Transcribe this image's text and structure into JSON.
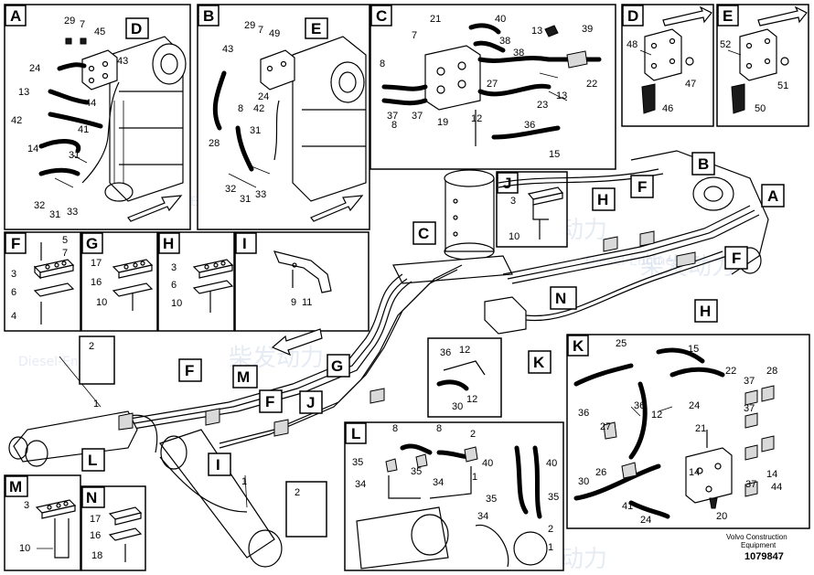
{
  "watermark": {
    "text_cn": "柴发动力",
    "text_en": "Diesel-Engine"
  },
  "footer": {
    "brand_line1": "Volvo Construction",
    "brand_line2": "Equipment",
    "drawing_number": "1079847"
  },
  "callouts": {
    "A": "A",
    "B": "B",
    "C": "C",
    "D": "D",
    "E": "E",
    "F": "F",
    "G": "G",
    "H": "H",
    "I": "I",
    "J": "J",
    "K": "K",
    "L": "L",
    "M": "M",
    "N": "N"
  },
  "panel_A": {
    "title": "A",
    "refs": [
      "29",
      "7",
      "45",
      "D",
      "43",
      "24",
      "13",
      "44",
      "42",
      "41",
      "14",
      "31",
      "32",
      "31",
      "33"
    ]
  },
  "panel_B": {
    "title": "B",
    "refs": [
      "29",
      "7",
      "49",
      "E",
      "43",
      "24",
      "42",
      "8",
      "28",
      "31",
      "32",
      "31",
      "33"
    ]
  },
  "panel_C": {
    "title": "C",
    "refs": [
      "21",
      "40",
      "7",
      "38",
      "39",
      "13",
      "8",
      "38",
      "37",
      "27",
      "22",
      "23",
      "8",
      "37",
      "19",
      "13",
      "12",
      "36",
      "15"
    ]
  },
  "panel_D": {
    "title": "D",
    "refs": [
      "48",
      "47",
      "46"
    ]
  },
  "panel_E": {
    "title": "E",
    "refs": [
      "52",
      "51",
      "50"
    ]
  },
  "panel_F": {
    "title": "F",
    "refs": [
      "5",
      "7",
      "3",
      "6",
      "4"
    ]
  },
  "panel_G": {
    "title": "G",
    "refs": [
      "17",
      "16",
      "10"
    ]
  },
  "panel_H": {
    "title": "H",
    "refs": [
      "3",
      "6",
      "10"
    ]
  },
  "panel_I": {
    "title": "I",
    "refs": [
      "9",
      "11"
    ]
  },
  "panel_J": {
    "title": "J",
    "refs": [
      "3",
      "10"
    ]
  },
  "panel_K": {
    "title": "K",
    "refs": [
      "25",
      "15",
      "22",
      "37",
      "28",
      "36",
      "24",
      "12",
      "21",
      "37",
      "27",
      "26",
      "30",
      "41",
      "24",
      "20",
      "14",
      "37",
      "44",
      "14",
      "36"
    ]
  },
  "panel_L": {
    "title": "L",
    "refs": [
      "8",
      "8",
      "2",
      "35",
      "35",
      "34",
      "34",
      "1",
      "40",
      "40",
      "35",
      "35",
      "34",
      "2",
      "1"
    ]
  },
  "panel_M": {
    "title": "M",
    "refs": [
      "3",
      "10"
    ]
  },
  "panel_N": {
    "title": "N",
    "refs": [
      "17",
      "16",
      "18"
    ]
  },
  "main_view": {
    "refs": [
      "2",
      "1",
      "1",
      "2",
      "36",
      "12",
      "30",
      "12"
    ]
  }
}
